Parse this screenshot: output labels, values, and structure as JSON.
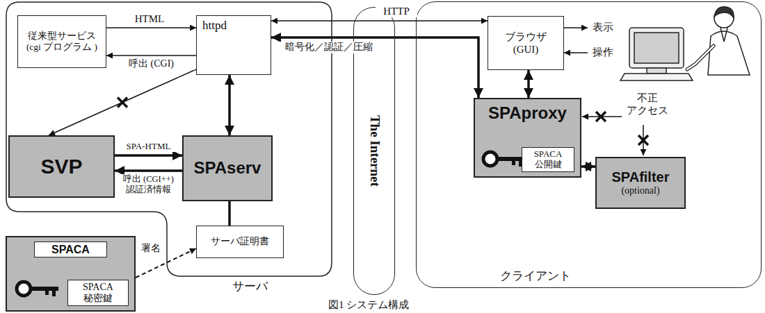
{
  "diagram": {
    "caption": "図1 システム構成",
    "nodes": [
      {
        "text": [
          "サーバ"
        ]
      },
      {
        "text": [
          "従来型サービス (cgi プログラム )"
        ],
        "in": 0
      },
      {
        "text": [
          "httpd"
        ],
        "in": 0
      },
      {
        "text": [
          "SVP"
        ],
        "in": 0
      },
      {
        "text": [
          "SPAserv"
        ],
        "in": 0
      },
      {
        "text": [
          "サーバ証明書"
        ],
        "in": 0
      },
      {
        "text": [
          "SPACA",
          "SPACA 秘密鍵"
        ]
      },
      {
        "text": [
          "The Internet"
        ]
      },
      {
        "text": [
          "クライアント"
        ]
      },
      {
        "text": [
          "ブラウザ (GUI)"
        ],
        "in": 8
      },
      {
        "text": [
          "SPAproxy",
          "SPACA 公開鍵"
        ],
        "in": 8
      },
      {
        "text": [
          "SPAfilter",
          "(optional)"
        ],
        "in": 8
      }
    ],
    "edges": [
      {
        "from": 1,
        "to": 2,
        "arrow": "to",
        "label": "HTML"
      },
      {
        "from": 2,
        "to": 1,
        "arrow": "to",
        "label": "呼出 (CGI)"
      },
      {
        "from": 2,
        "to": 9,
        "arrow": "both",
        "label": "HTTP"
      },
      {
        "from": 2,
        "to": 10,
        "arrow": "both",
        "label": "暗号化／認証／圧縮"
      },
      {
        "from": 2,
        "to": 3,
        "arrow": "to"
      },
      {
        "from": 2,
        "to": 4,
        "arrow": "both"
      },
      {
        "from": 3,
        "to": 4,
        "arrow": "to",
        "label": "SPA-HTML"
      },
      {
        "from": 4,
        "to": 3,
        "arrow": "to",
        "label": "呼出 (CGI++) 認証済情報"
      },
      {
        "from": 4,
        "to": 5,
        "arrow": "none"
      },
      {
        "from": 6,
        "to": 5,
        "arrow": "to",
        "label": "署名"
      },
      {
        "from": 9,
        "to": 10,
        "arrow": "both"
      },
      {
        "from": 10,
        "to": 11,
        "arrow": "both"
      }
    ],
    "labels": [
      "表示",
      "操作",
      "不正 アクセス"
    ]
  }
}
